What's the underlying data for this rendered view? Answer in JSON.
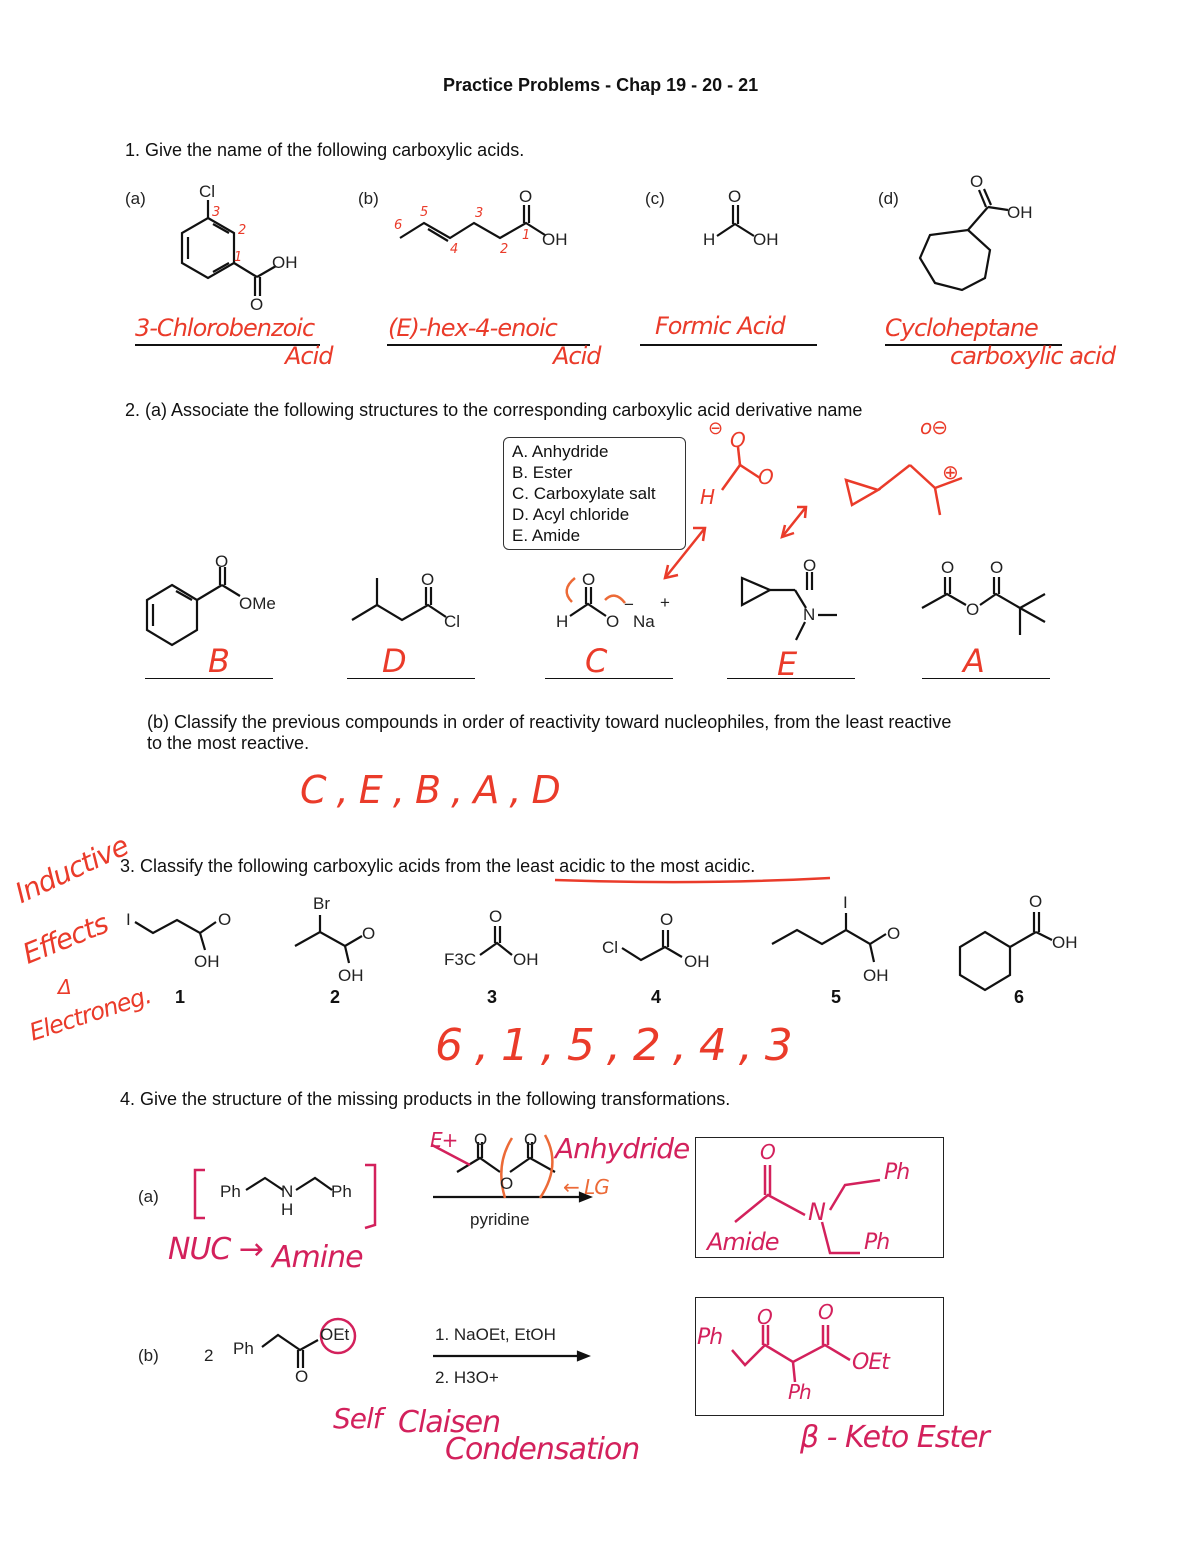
{
  "title": "Practice Problems - Chap 19 - 20 - 21",
  "q1": {
    "prompt": "1. Give the name of the following carboxylic acids.",
    "parts": [
      {
        "label": "(a)",
        "atoms": [
          "Cl",
          "OH",
          "O"
        ],
        "numbering": [
          "3",
          "2",
          "1"
        ],
        "answer_line1": "3-Chlorobenzoic",
        "answer_line2": "Acid"
      },
      {
        "label": "(b)",
        "atoms": [
          "O",
          "OH"
        ],
        "numbering": [
          "6",
          "5",
          "4",
          "3",
          "2",
          "1"
        ],
        "answer_line1": "(E)-hex-4-enoic",
        "answer_line2": "Acid"
      },
      {
        "label": "(c)",
        "atoms": [
          "O",
          "H",
          "OH"
        ],
        "answer_line1": "Formic Acid",
        "answer_line2": ""
      },
      {
        "label": "(d)",
        "atoms": [
          "O",
          "OH"
        ],
        "answer_line1": "Cycloheptane",
        "answer_line2": "carboxylic acid"
      }
    ]
  },
  "q2": {
    "prompt_a": "2. (a) Associate the following structures to the corresponding carboxylic acid derivative name",
    "options": [
      "A. Anhydride",
      "B. Ester",
      "C. Carboxylate salt",
      "D. Acyl chloride",
      "E. Amide"
    ],
    "structures": [
      {
        "atoms": [
          "O",
          "OMe"
        ],
        "answer": "B"
      },
      {
        "atoms": [
          "O",
          "Cl"
        ],
        "answer": "D"
      },
      {
        "atoms": [
          "O",
          "H",
          "O",
          "Na",
          "+",
          "−"
        ],
        "answer": "C"
      },
      {
        "atoms": [
          "O",
          "N"
        ],
        "answer": "E"
      },
      {
        "atoms": [
          "O",
          "O",
          "O"
        ],
        "answer": "A"
      }
    ],
    "annotations": {
      "H": "H",
      "neg": "⊖",
      "pos": "⊕",
      "o_neg": "o⊖",
      "o": "O"
    },
    "prompt_b_line1": "(b) Classify the previous compounds in order of reactivity toward nucleophiles, from the least reactive",
    "prompt_b_line2": "to the most reactive.",
    "answer_b": "C , E , B , A , D"
  },
  "q3": {
    "prompt": "3. Classify the following carboxylic acids from the least acidic to the most acidic.",
    "compounds": [
      {
        "number": "1",
        "atoms": [
          "I",
          "O",
          "OH"
        ]
      },
      {
        "number": "2",
        "atoms": [
          "Br",
          "O",
          "OH"
        ]
      },
      {
        "number": "3",
        "atoms": [
          "F3C",
          "O",
          "OH"
        ]
      },
      {
        "number": "4",
        "atoms": [
          "Cl",
          "O",
          "OH"
        ]
      },
      {
        "number": "5",
        "atoms": [
          "I",
          "O",
          "OH"
        ]
      },
      {
        "number": "6",
        "atoms": [
          "O",
          "OH"
        ]
      }
    ],
    "side_note": [
      "Inductive",
      "Effects",
      "Δ",
      "Electroneg."
    ],
    "answer": "6 , 1 , 5 , 2 , 4 , 3"
  },
  "q4": {
    "prompt": "4. Give the structure of the missing products in the following transformations.",
    "a": {
      "label": "(a)",
      "reactant_atoms": [
        "Ph",
        "N",
        "H",
        "Ph"
      ],
      "reagent_atoms": [
        "O",
        "O",
        "O"
      ],
      "condition": "pyridine",
      "notes": {
        "nuc": "NUC →",
        "amine": "Amine",
        "electrophile": "E+",
        "anhydride": "Anhydride",
        "lg": "← LG"
      },
      "product_atoms": [
        "O",
        "N",
        "Ph",
        "Ph"
      ],
      "product_label": "Amide"
    },
    "b": {
      "label": "(b)",
      "coefficient": "2",
      "reactant_atoms": [
        "Ph",
        "OEt",
        "O"
      ],
      "step1": "1. NaOEt, EtOH",
      "step2": "2. H3O+",
      "notes": {
        "self": "Self",
        "claisen": "Claisen",
        "condensation": "Condensation"
      },
      "product_atoms": [
        "Ph",
        "O",
        "O",
        "OEt",
        "Ph"
      ],
      "product_label": "β - Keto Ester"
    }
  },
  "colors": {
    "red_ink": "#ea3b2a",
    "pink_ink": "#d3215c",
    "orange_ink": "#ec6a37"
  }
}
